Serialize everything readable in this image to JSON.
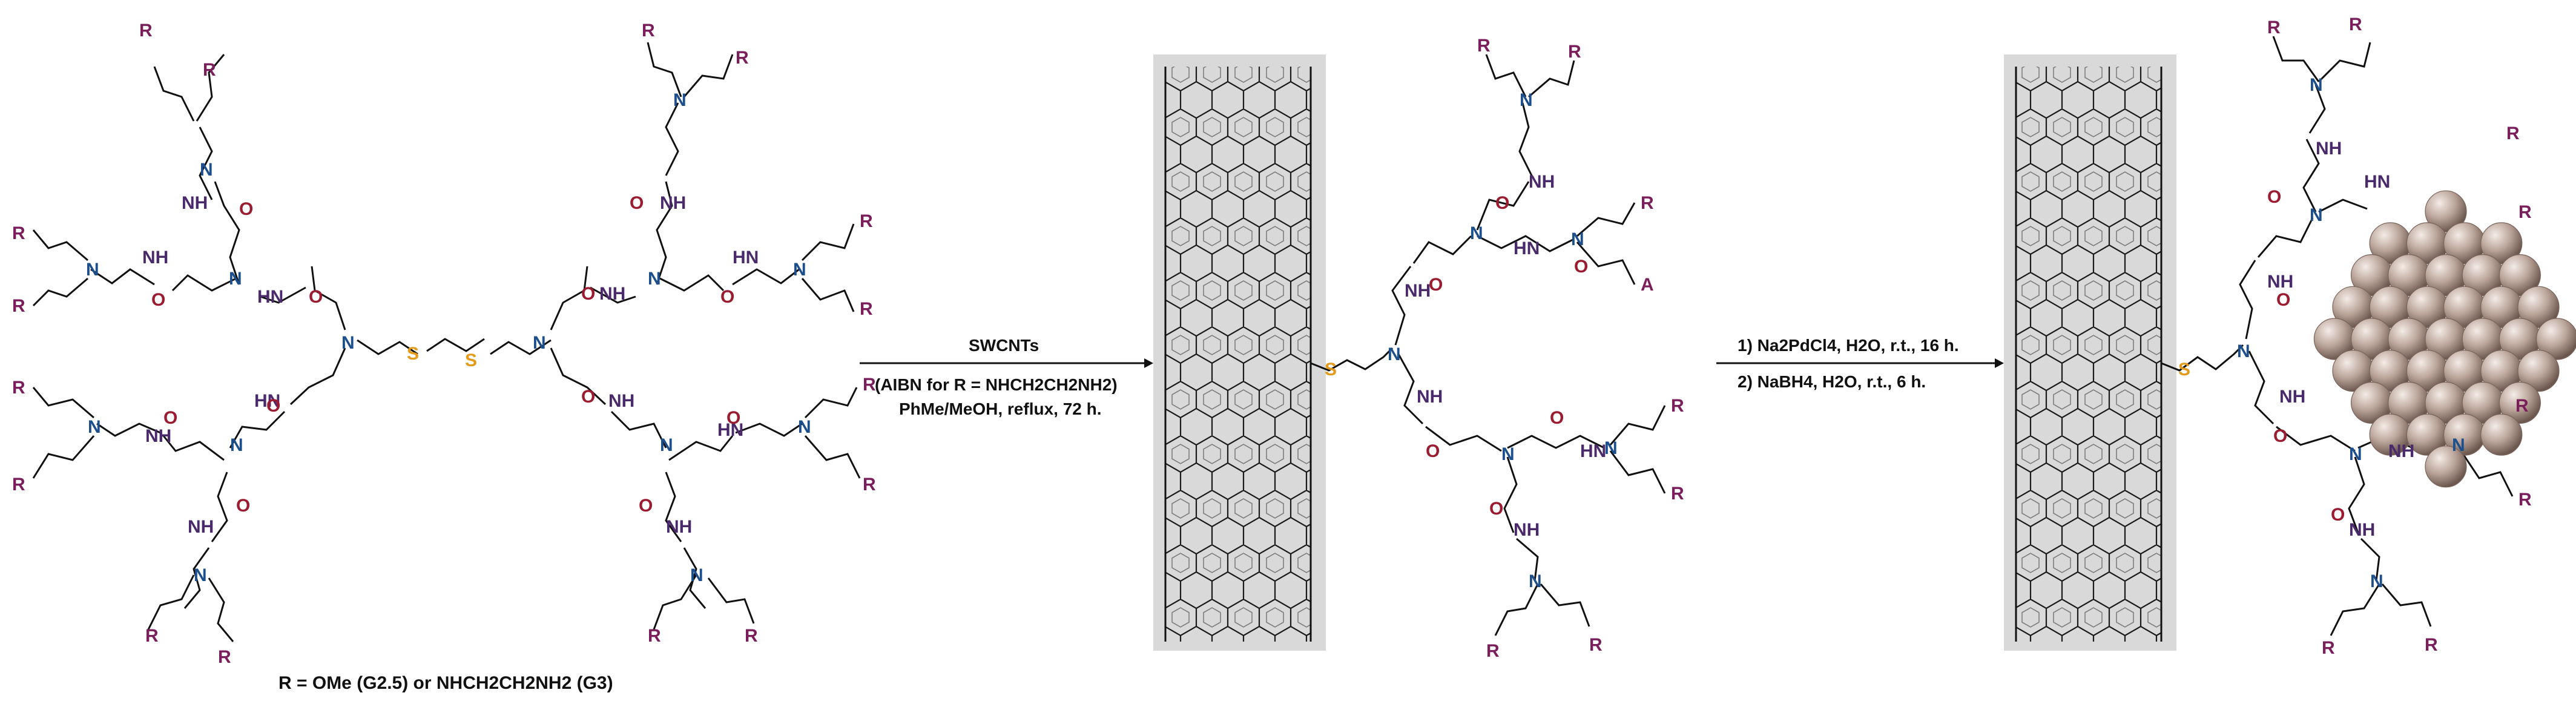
{
  "atoms": {
    "N": "N",
    "NH": "NH",
    "HN": "HN",
    "S": "S",
    "O": "O",
    "R": "R",
    "A": "A"
  },
  "colors": {
    "bond": "#111111",
    "nitrogen": "#1d4f8c",
    "amide": "#4a2a6b",
    "oxygen": "#9b1b30",
    "sulfur": "#e39a1a",
    "r_group": "#7a1f5c",
    "tube_bg": "#d9d9d9",
    "tube_line": "#1a1a1a",
    "sphere": "#b39c91"
  },
  "reaction1": {
    "above_arrow": "SWCNTs",
    "below_line1": "(AIBN for R = NHCH2CH2NH2)",
    "below_line2": "PhMe/MeOH, reflux, 72 h."
  },
  "reaction2": {
    "line1": "1) Na2PdCl4, H2O, r.t., 16 h.",
    "line2": "2) NaBH4, H2O, r.t., 6 h."
  },
  "footnote": "R = OMe (G2.5) or NHCH2CH2NH2 (G3)"
}
